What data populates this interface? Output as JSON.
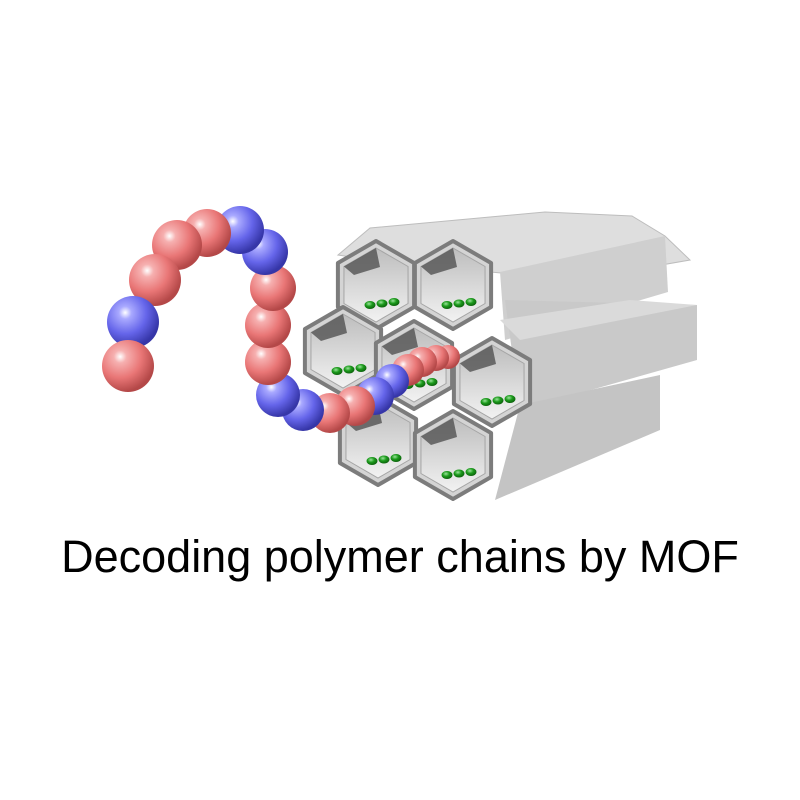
{
  "caption": "Decoding polymer chains by MOF",
  "colors": {
    "monomer_a": "#ee7b7b",
    "monomer_b": "#6b6bee",
    "framework": "#d2d2d2",
    "framework_edge": "#7c7c7c",
    "binding_site": "#1a9a1a",
    "background": "#ffffff"
  },
  "polymer_sequence": [
    "A",
    "B",
    "A",
    "A",
    "A",
    "B",
    "B",
    "A",
    "A",
    "A",
    "B",
    "B",
    "A",
    "A",
    "B",
    "B",
    "A",
    "A",
    "A",
    "A"
  ],
  "framework": {
    "channel_count": 7,
    "binding_sites_per_channel": 3
  }
}
